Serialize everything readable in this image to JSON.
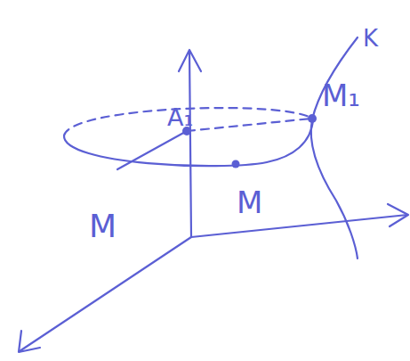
{
  "diagram": {
    "labels": [
      "K",
      "A₁",
      "M₁",
      "M",
      "M"
    ]
  }
}
